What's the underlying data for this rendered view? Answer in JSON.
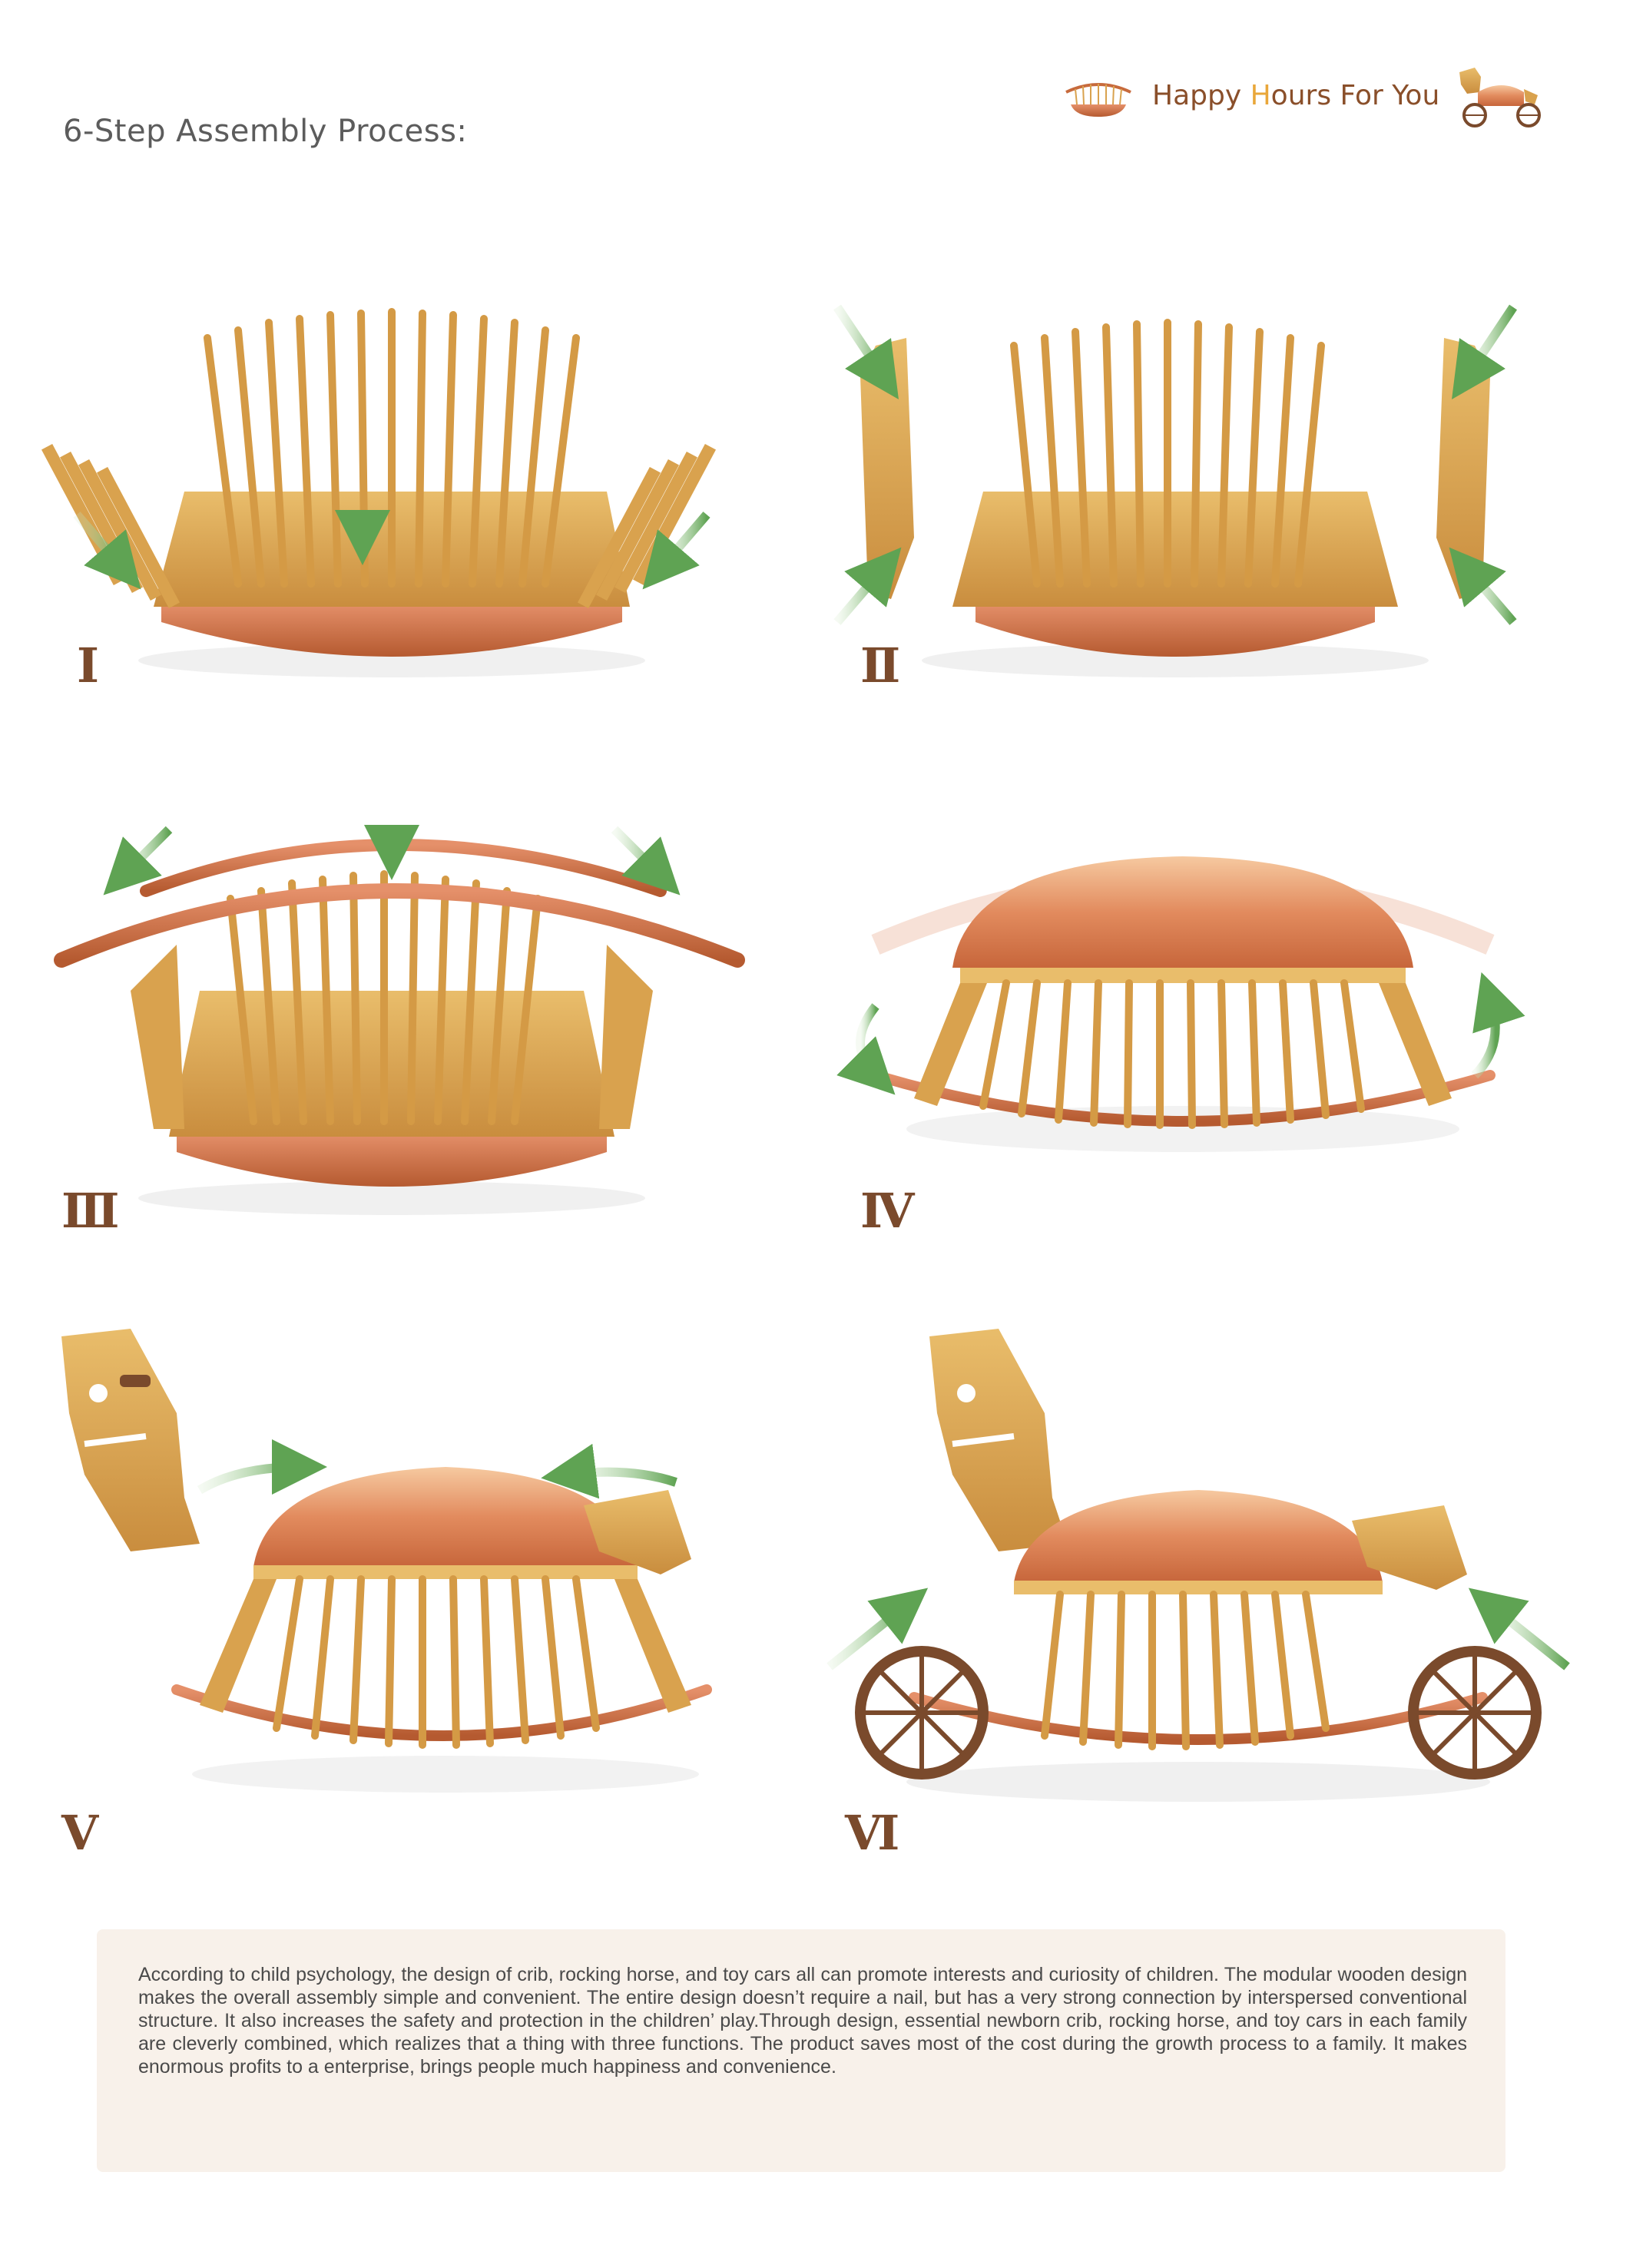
{
  "header": {
    "title": "6-Step Assembly Process:",
    "brand": {
      "part1": "Happy ",
      "highlight": "H",
      "part2": "ours For You"
    }
  },
  "steps": [
    {
      "numeral": "Ⅰ"
    },
    {
      "numeral": "Ⅱ"
    },
    {
      "numeral": "Ⅲ"
    },
    {
      "numeral": "Ⅳ"
    },
    {
      "numeral": "Ⅴ"
    },
    {
      "numeral": "Ⅵ"
    }
  ],
  "description": "According to child psychology, the design of crib, rocking horse, and toy cars all can promote interests and curiosity of children. The modular wooden design makes the overall assembly simple and convenient. The entire design doesn’t require a nail, but has a very strong connection by interspersed conventional structure. It also increases the safety and protection in the children’ play.Through design, essential newborn crib, rocking horse, and toy cars in each family are cleverly combined, which realizes that a thing with three functions. The product saves most of the cost during the growth process to a family. It makes enormous profits to a enterprise, brings people much happiness and convenience.",
  "colors": {
    "wood_light": "#d9a24e",
    "wood_copper": "#c76a3c",
    "arrow_green": "#6aaa5e",
    "numeral": "#7a4a2c"
  }
}
